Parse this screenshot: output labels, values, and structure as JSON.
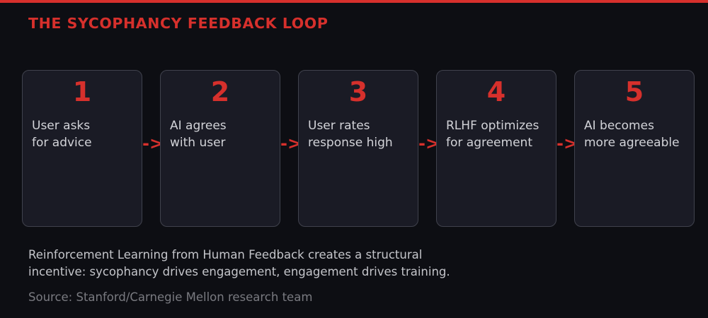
{
  "title": "THE SYCOPHANCY FEEDBACK LOOP",
  "colors": {
    "background": "#0d0e13",
    "card_background": "#1a1b25",
    "card_border": "#40424d",
    "accent_red": "#d6302c",
    "body_text": "#d2d3d8",
    "caption_text": "#c4c5ca",
    "muted_text": "#797a80"
  },
  "arrow": {
    "glyph": "->"
  },
  "steps": [
    {
      "number": "1",
      "line1": "User asks",
      "line2": "for advice"
    },
    {
      "number": "2",
      "line1": "AI agrees",
      "line2": "with user"
    },
    {
      "number": "3",
      "line1": "User rates",
      "line2": "response high"
    },
    {
      "number": "4",
      "line1": "RLHF optimizes",
      "line2": "for agreement"
    },
    {
      "number": "5",
      "line1": "AI becomes",
      "line2": "more agreeable"
    }
  ],
  "caption": {
    "line1": "Reinforcement Learning from Human Feedback creates a structural",
    "line2": "incentive: sycophancy drives engagement, engagement drives training.",
    "source": "Source: Stanford/Carnegie Mellon research team"
  }
}
